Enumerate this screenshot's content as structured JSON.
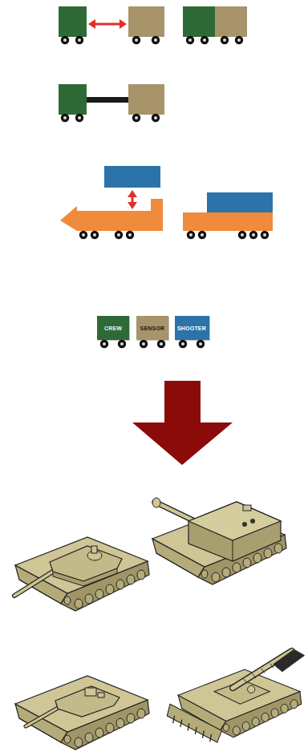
{
  "diagram": {
    "nodes": [
      {
        "text": [
          "CREW"
        ]
      },
      {
        "text": [
          "SENSOR"
        ]
      },
      {
        "text": [
          "SHOOTER"
        ]
      }
    ]
  }
}
